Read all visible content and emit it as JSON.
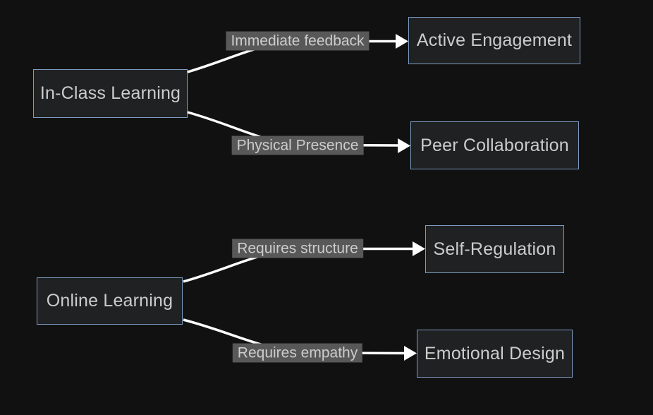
{
  "diagram": {
    "type": "flowchart",
    "direction": "left-to-right",
    "nodes": [
      {
        "id": "in-class",
        "label": "In-Class Learning"
      },
      {
        "id": "active",
        "label": "Active Engagement"
      },
      {
        "id": "peer",
        "label": "Peer Collaboration"
      },
      {
        "id": "self",
        "label": "Self-Regulation"
      },
      {
        "id": "online",
        "label": "Online Learning"
      },
      {
        "id": "emotional",
        "label": "Emotional Design"
      }
    ],
    "edges": [
      {
        "from": "In-Class Learning",
        "label": "Immediate feedback",
        "to": "Active Engagement"
      },
      {
        "from": "In-Class Learning",
        "label": "Physical Presence",
        "to": "Peer Collaboration"
      },
      {
        "from": "Online Learning",
        "label": "Requires structure",
        "to": "Self-Regulation"
      },
      {
        "from": "Online Learning",
        "label": "Requires empathy",
        "to": "Emotional Design"
      }
    ],
    "colors": {
      "background": "#111111",
      "node_fill": "#1f2123",
      "node_border": "#7e9cc2",
      "node_text": "#cccccc",
      "edge_label_bg": "#585858",
      "edge_label_text": "#cccccc",
      "edge_line": "#ffffff"
    }
  }
}
